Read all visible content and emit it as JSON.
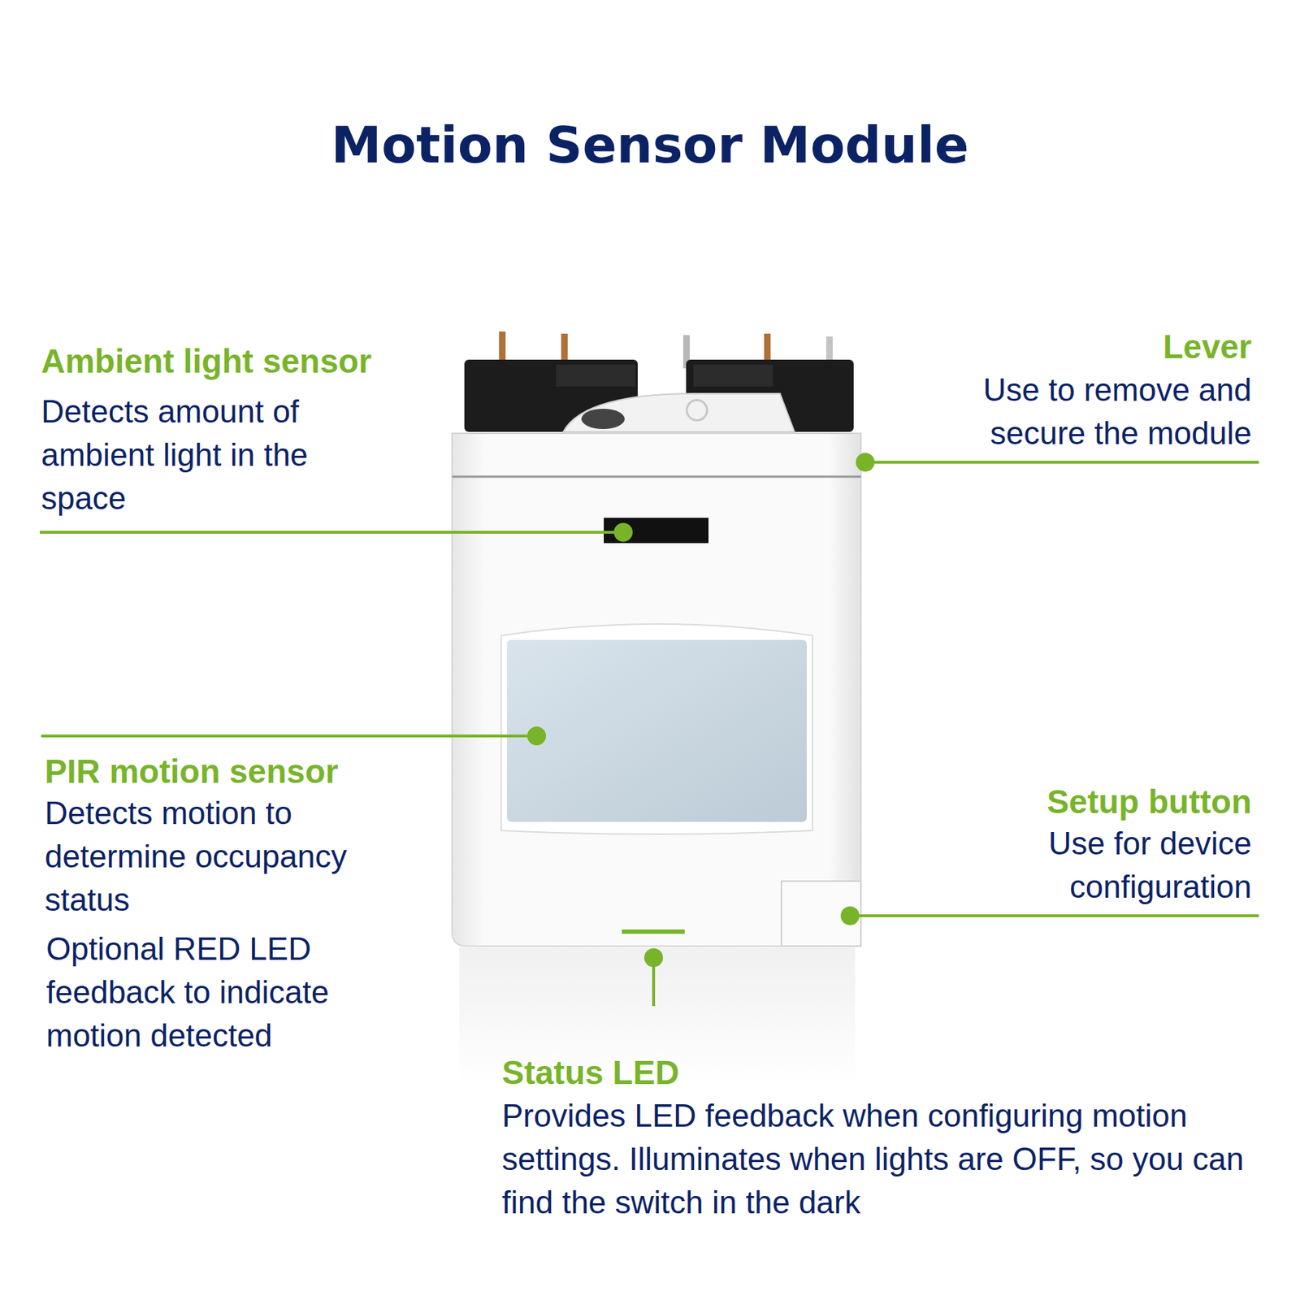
{
  "diagram": {
    "title": "Motion Sensor Module",
    "labels": [
      "Ambient light sensor",
      "Detects amount of ambient light in the space",
      "Lever",
      "Use to remove and secure the module",
      "PIR motion sensor",
      "Detects motion to determine occupancy status",
      "Optional RED LED feedback to indicate motion detected",
      "Setup button",
      "Use for device configuration",
      "Status LED",
      "Provides LED feedback when configuring motion settings. Illuminates when lights are OFF, so you can find the switch in the dark"
    ]
  }
}
